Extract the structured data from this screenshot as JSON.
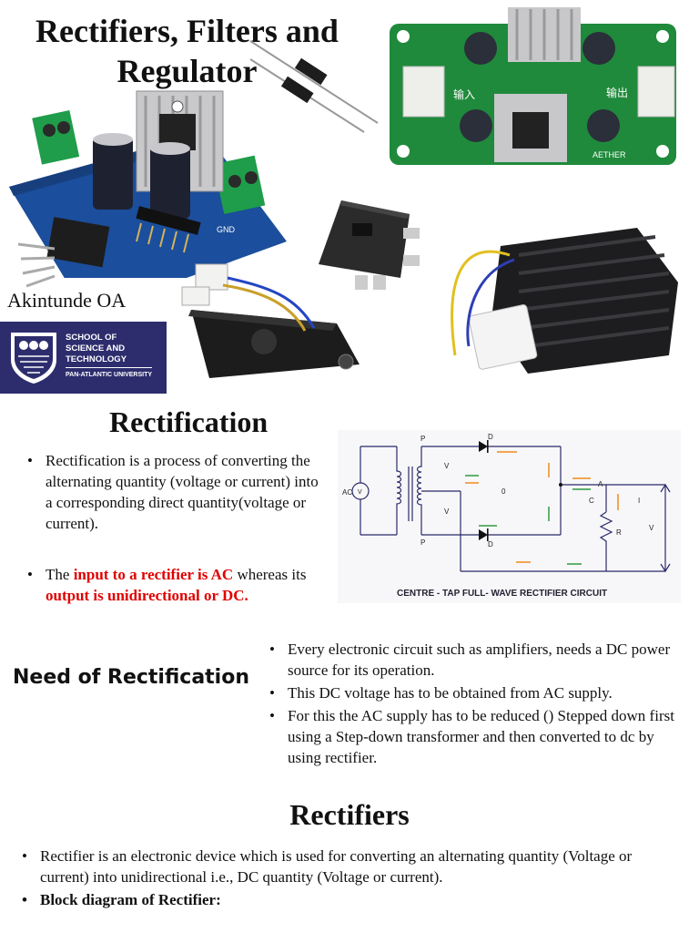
{
  "slide1": {
    "title": "Rectifiers, Filters and Regulator",
    "author": "Akintunde OA",
    "logo": {
      "line1": "SCHOOL OF",
      "line2": "SCIENCE AND",
      "line3": "TECHNOLOGY",
      "line4": "PAN-ATLANTIC UNIVERSITY"
    },
    "board_labels": {
      "input": "输入",
      "output": "输出",
      "brand": "AETHER",
      "gnd": "GND"
    }
  },
  "slide2": {
    "heading": "Rectification",
    "bullet1": "Rectification is a process of converting the alternating quantity (voltage or current) into a corresponding direct quantity(voltage or current).",
    "bullet2_pre": "The ",
    "bullet2_red1": "input to a rectifier is AC",
    "bullet2_mid": " whereas its",
    "bullet2_red2": "output is unidirectional or DC.",
    "circuit": {
      "caption": "CENTRE - TAP FULL- WAVE RECTIFIER CIRCUIT",
      "ac": "AC",
      "v": "V",
      "p1": "P",
      "p2": "P",
      "d1": "D",
      "d2": "D",
      "vsm": "V",
      "ovolt": "0",
      "a": "A",
      "c": "C",
      "iload": "I",
      "rload": "R",
      "vload": "V"
    }
  },
  "slide3": {
    "heading": "Need of Rectification",
    "items": [
      "Every electronic circuit such as amplifiers, needs  a DC power source for its operation.",
      "This DC voltage has to be obtained from AC supply.",
      "For this the AC supply has to be reduced  () Stepped down first using a Step-down transformer and then converted to dc by using rectifier."
    ]
  },
  "slide4": {
    "heading": "Rectifiers",
    "items": [
      "Rectifier is an electronic device which is used for converting an alternating quantity (Voltage or current) into unidirectional i.e., DC quantity (Voltage or current).",
      "Block diagram of Rectifier:"
    ]
  },
  "colors": {
    "red": "#e00000",
    "logo_bg": "#2d2d6e",
    "pcb_blue": "#1b4e9c",
    "pcb_green": "#1f8a3b"
  }
}
